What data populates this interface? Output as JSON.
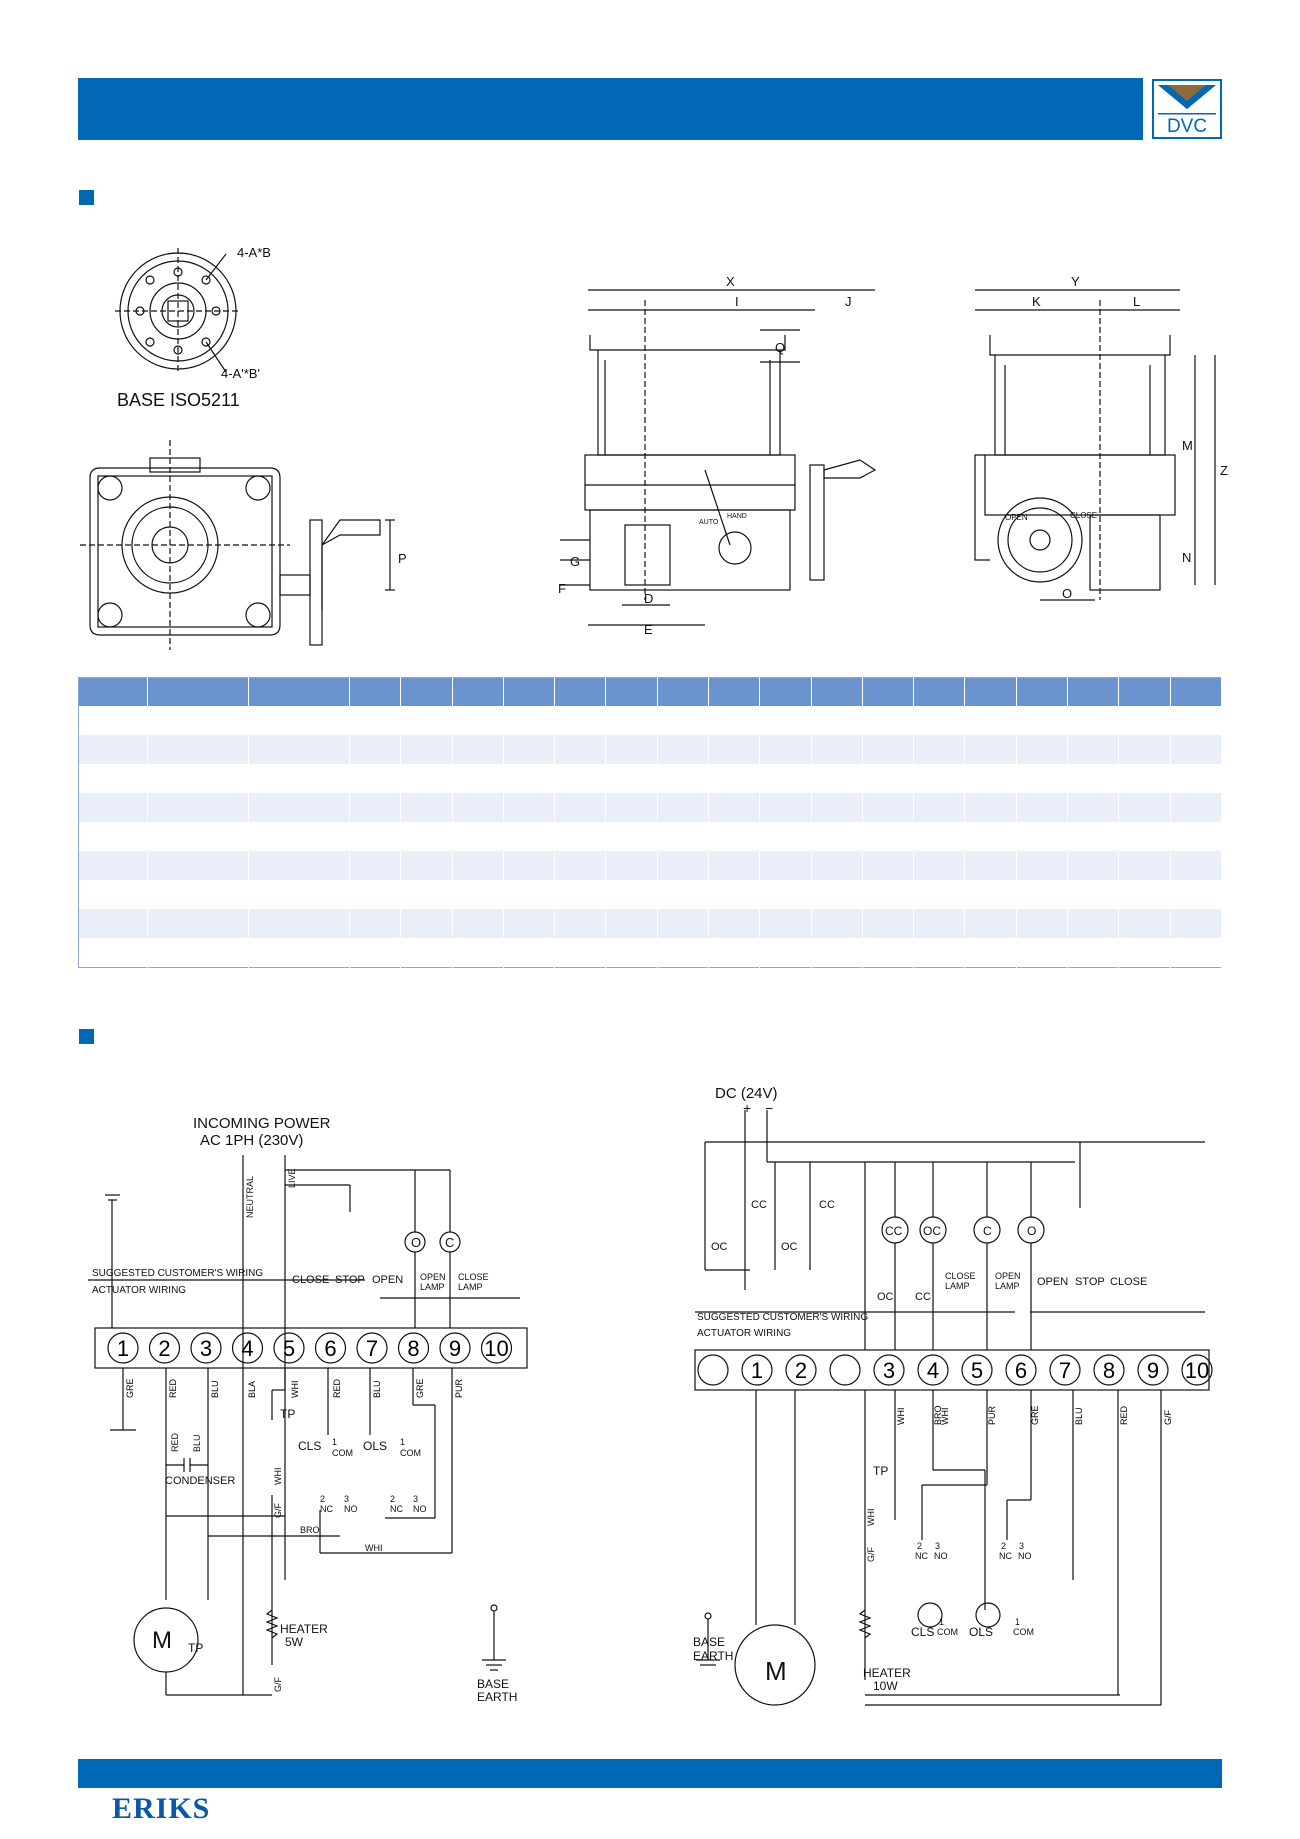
{
  "brand": {
    "top_logo_text": "DVC",
    "bottom_logo_text": "ERIKS"
  },
  "colors": {
    "primary_blue": "#0068b4",
    "table_header": "#6b94cf",
    "table_row_alt": "#e9eef8"
  },
  "dimension_drawing": {
    "base_labels": {
      "title": "BASE ISO5211",
      "bolt_a": "4-A*B",
      "bolt_b": "4-A'*B'"
    },
    "dimension_letters": [
      "X",
      "I",
      "J",
      "Q",
      "P",
      "F",
      "G",
      "D",
      "E",
      "Y",
      "K",
      "L",
      "M",
      "Z",
      "N",
      "O"
    ],
    "handwheel_labels": {
      "auto": "AUTO",
      "hand": "HAND",
      "open": "OPEN",
      "close": "CLOSE"
    }
  },
  "table": {
    "columns": 20,
    "rows": 9
  },
  "ac_wiring": {
    "incoming_power": "INCOMING POWER",
    "supply": "AC 1PH (230V)",
    "neutral": "NEUTRAL",
    "live": "LIVE",
    "suggested": "SUGGESTED CUSTOMER'S WIRING",
    "actuator": "ACTUATOR WIRING",
    "close": "CLOSE",
    "stop": "STOP",
    "open": "OPEN",
    "open_lamp": [
      "OPEN",
      "LAMP"
    ],
    "close_lamp": [
      "CLOSE",
      "LAMP"
    ],
    "lamp_symbols": [
      "O",
      "C"
    ],
    "terminals": [
      "1",
      "2",
      "3",
      "4",
      "5",
      "6",
      "7",
      "8",
      "9",
      "10"
    ],
    "wire_colors": [
      "GRE",
      "RED",
      "BLU",
      "BLA",
      "WHI",
      "RED",
      "BLU",
      "GRE",
      "PUR"
    ],
    "condenser": "CONDENSER",
    "red": "RED",
    "blu": "BLU",
    "tp": "TP",
    "cls": "CLS",
    "ols": "OLS",
    "com": "COM",
    "nc": "NC",
    "no": "NO",
    "n1": "1",
    "n2": "2",
    "n3": "3",
    "gf": "G/F",
    "whi": "WHI",
    "bro": "BRO",
    "motor": "M",
    "heater": [
      "HEATER",
      "5W"
    ],
    "base_earth": [
      "BASE",
      "EARTH"
    ]
  },
  "dc_wiring": {
    "supply": "DC (24V)",
    "plus": "+",
    "minus": "−",
    "cc": "CC",
    "oc": "OC",
    "lamp_symbols": [
      "CC",
      "OC",
      "C",
      "O"
    ],
    "close_lamp": [
      "CLOSE",
      "LAMP"
    ],
    "open_lamp": [
      "OPEN",
      "LAMP"
    ],
    "open": "OPEN",
    "stop": "STOP",
    "close": "CLOSE",
    "suggested": "SUGGESTED CUSTOMER'S WIRING",
    "actuator": "ACTUATOR WIRING",
    "terminals": [
      "1",
      "2",
      "3",
      "4",
      "5",
      "6",
      "7",
      "8",
      "9",
      "10"
    ],
    "wire_colors": [
      "WHI",
      "BRO",
      "WHI",
      "PUR",
      "GRE",
      "BLU",
      "RED",
      "G/F"
    ],
    "tp": "TP",
    "whi": "WHI",
    "gf": "G/F",
    "cls": "CLS",
    "ols": "OLS",
    "com": "COM",
    "nc": "NC",
    "no": "NO",
    "n1": "1",
    "n2": "2",
    "n3": "3",
    "motor": "M",
    "heater": [
      "HEATER",
      "10W"
    ],
    "base_earth": [
      "BASE",
      "EARTH"
    ]
  }
}
